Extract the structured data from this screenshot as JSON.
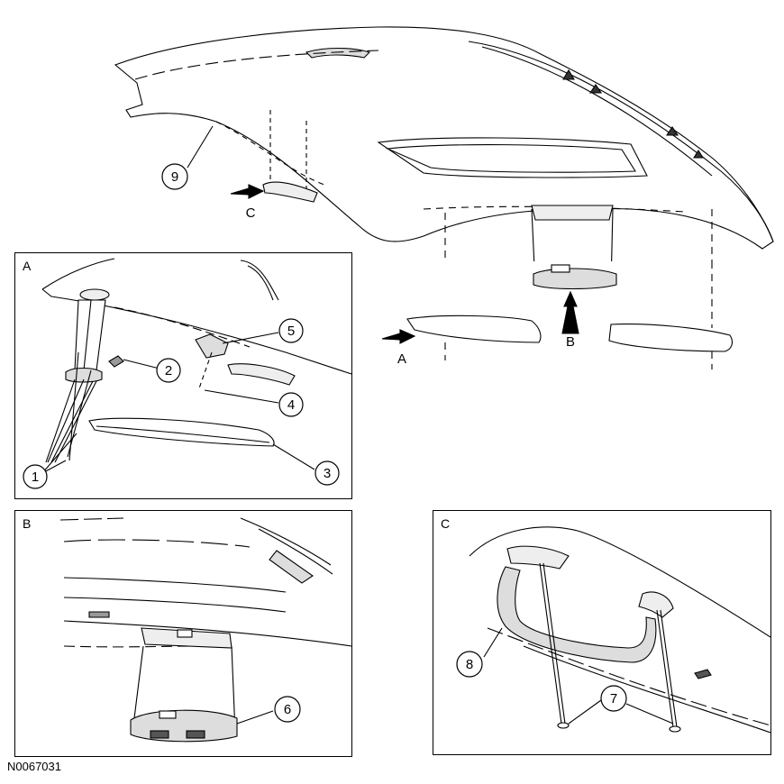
{
  "diagram_id": "N0067031",
  "main_view": {
    "callout": "9",
    "view_arrows": [
      "A",
      "B",
      "C"
    ]
  },
  "panels": [
    {
      "letter": "A",
      "callouts": [
        "1",
        "2",
        "3",
        "4",
        "5"
      ]
    },
    {
      "letter": "B",
      "callouts": [
        "6"
      ]
    },
    {
      "letter": "C",
      "callouts": [
        "7",
        "8"
      ]
    }
  ],
  "colors": {
    "line": "#000000",
    "fill": "#ffffff",
    "shade": "#d9d9d9"
  }
}
